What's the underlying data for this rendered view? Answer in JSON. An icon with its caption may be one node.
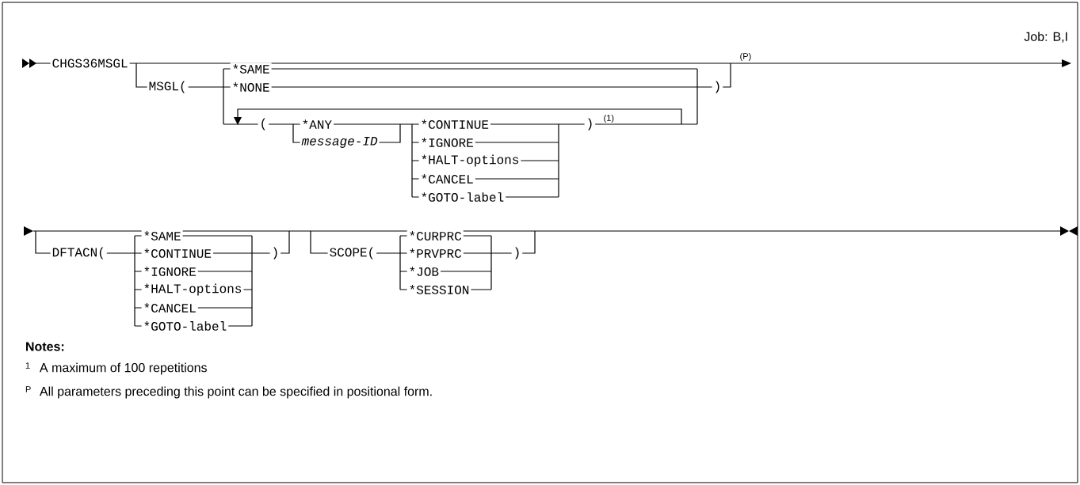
{
  "diagram": {
    "labels": [
      "Job: B,I",
      "CHGS36MSGL",
      "(P)",
      "MSGL(",
      "*SAME",
      "*NONE",
      ")",
      "(",
      "*ANY",
      "message-ID",
      "*CONTINUE",
      "*IGNORE",
      "*HALT-options",
      "*CANCEL",
      "*GOTO-label",
      ")",
      "(1)",
      "DFTACN(",
      "*SAME",
      "*CONTINUE",
      "*IGNORE",
      "*HALT-options",
      "*CANCEL",
      "*GOTO-label",
      ")",
      "SCOPE(",
      "*CURPRC",
      "*PRVPRC",
      "*JOB",
      "*SESSION",
      ")",
      "Notes:",
      "1",
      "A maximum of 100 repetitions",
      "P",
      "All parameters preceding this point can be specified in positional form."
    ]
  }
}
